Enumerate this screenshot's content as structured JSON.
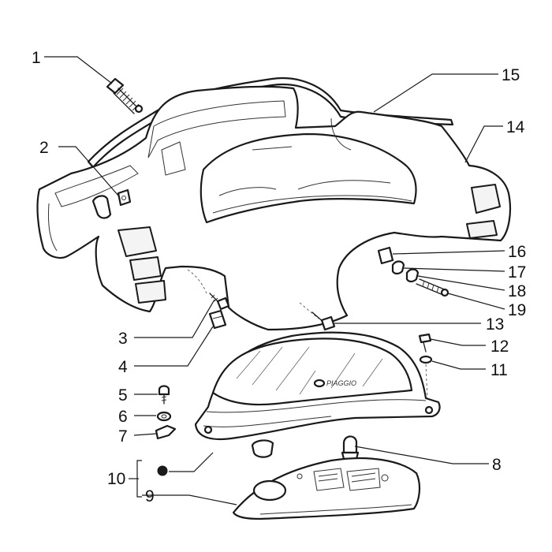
{
  "diagram": {
    "brand_text": "PIAGGIO",
    "callouts": [
      {
        "id": "1",
        "label": "1"
      },
      {
        "id": "2",
        "label": "2"
      },
      {
        "id": "3",
        "label": "3"
      },
      {
        "id": "4",
        "label": "4"
      },
      {
        "id": "5",
        "label": "5"
      },
      {
        "id": "6",
        "label": "6"
      },
      {
        "id": "7",
        "label": "7"
      },
      {
        "id": "8",
        "label": "8"
      },
      {
        "id": "9",
        "label": "9"
      },
      {
        "id": "10",
        "label": "10"
      },
      {
        "id": "11",
        "label": "11"
      },
      {
        "id": "12",
        "label": "12"
      },
      {
        "id": "13",
        "label": "13"
      },
      {
        "id": "14",
        "label": "14"
      },
      {
        "id": "15",
        "label": "15"
      },
      {
        "id": "16",
        "label": "16"
      },
      {
        "id": "17",
        "label": "17"
      },
      {
        "id": "18",
        "label": "18"
      },
      {
        "id": "19",
        "label": "19"
      }
    ]
  }
}
